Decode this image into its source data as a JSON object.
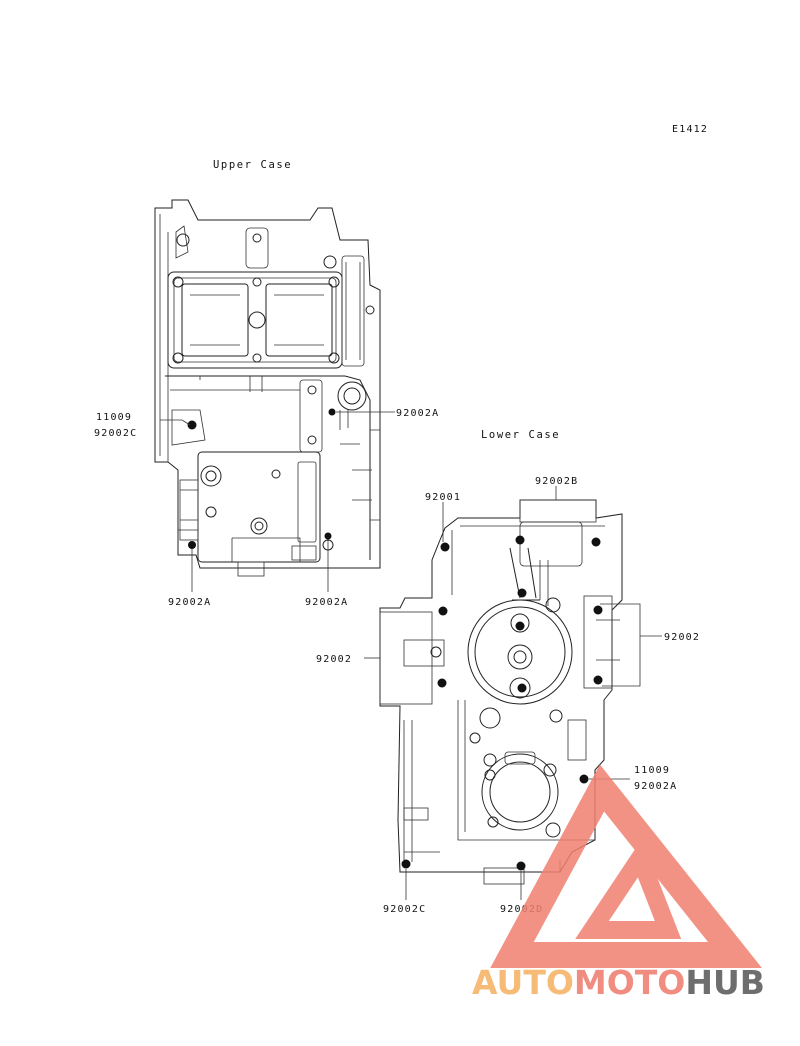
{
  "figure_code": "E1412",
  "upper_case": {
    "title": "Upper Case",
    "labels": [
      "11009",
      "92002C",
      "92002A",
      "92002A",
      "92002A"
    ]
  },
  "lower_case": {
    "title": "Lower Case",
    "labels": [
      "92001",
      "92002B",
      "92002",
      "92002",
      "11009",
      "92002A",
      "92002C",
      "92002D"
    ]
  },
  "watermark": {
    "brand": "AUTOMOTOHUB",
    "part1": "AUTO",
    "part2": "MOTO",
    "part3": "HUB",
    "colors": {
      "triangle": "#f08070",
      "auto": "#f5b060",
      "moto": "#ee7a6a",
      "hub": "#555555"
    }
  }
}
